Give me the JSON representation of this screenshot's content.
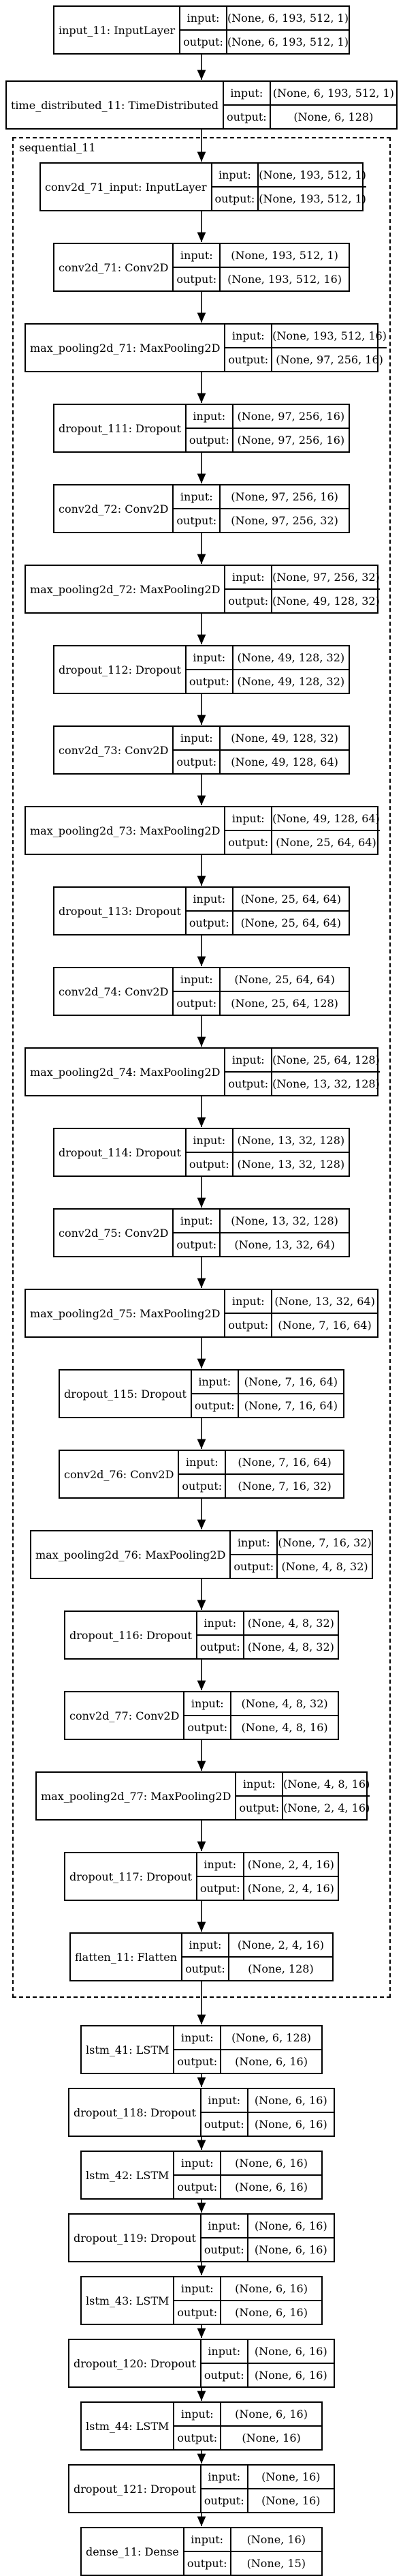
{
  "cluster": {
    "label": "sequential_11"
  },
  "io_labels": {
    "input": "input:",
    "output": "output:"
  },
  "nodes": [
    {
      "id": "input_11",
      "name": "input_11: InputLayer",
      "input": "(None, 6, 193, 512, 1)",
      "output": "(None, 6, 193, 512, 1)"
    },
    {
      "id": "time_distributed_11",
      "name": "time_distributed_11: TimeDistributed",
      "input": "(None, 6, 193, 512, 1)",
      "output": "(None, 6, 128)"
    },
    {
      "id": "conv2d_71_input",
      "name": "conv2d_71_input: InputLayer",
      "input": "(None, 193, 512, 1)",
      "output": "(None, 193, 512, 1)"
    },
    {
      "id": "conv2d_71",
      "name": "conv2d_71: Conv2D",
      "input": "(None, 193, 512, 1)",
      "output": "(None, 193, 512, 16)"
    },
    {
      "id": "max_pooling2d_71",
      "name": "max_pooling2d_71: MaxPooling2D",
      "input": "(None, 193, 512, 16)",
      "output": "(None, 97, 256, 16)"
    },
    {
      "id": "dropout_111",
      "name": "dropout_111: Dropout",
      "input": "(None, 97, 256, 16)",
      "output": "(None, 97, 256, 16)"
    },
    {
      "id": "conv2d_72",
      "name": "conv2d_72: Conv2D",
      "input": "(None, 97, 256, 16)",
      "output": "(None, 97, 256, 32)"
    },
    {
      "id": "max_pooling2d_72",
      "name": "max_pooling2d_72: MaxPooling2D",
      "input": "(None, 97, 256, 32)",
      "output": "(None, 49, 128, 32)"
    },
    {
      "id": "dropout_112",
      "name": "dropout_112: Dropout",
      "input": "(None, 49, 128, 32)",
      "output": "(None, 49, 128, 32)"
    },
    {
      "id": "conv2d_73",
      "name": "conv2d_73: Conv2D",
      "input": "(None, 49, 128, 32)",
      "output": "(None, 49, 128, 64)"
    },
    {
      "id": "max_pooling2d_73",
      "name": "max_pooling2d_73: MaxPooling2D",
      "input": "(None, 49, 128, 64)",
      "output": "(None, 25, 64, 64)"
    },
    {
      "id": "dropout_113",
      "name": "dropout_113: Dropout",
      "input": "(None, 25, 64, 64)",
      "output": "(None, 25, 64, 64)"
    },
    {
      "id": "conv2d_74",
      "name": "conv2d_74: Conv2D",
      "input": "(None, 25, 64, 64)",
      "output": "(None, 25, 64, 128)"
    },
    {
      "id": "max_pooling2d_74",
      "name": "max_pooling2d_74: MaxPooling2D",
      "input": "(None, 25, 64, 128)",
      "output": "(None, 13, 32, 128)"
    },
    {
      "id": "dropout_114",
      "name": "dropout_114: Dropout",
      "input": "(None, 13, 32, 128)",
      "output": "(None, 13, 32, 128)"
    },
    {
      "id": "conv2d_75",
      "name": "conv2d_75: Conv2D",
      "input": "(None, 13, 32, 128)",
      "output": "(None, 13, 32, 64)"
    },
    {
      "id": "max_pooling2d_75",
      "name": "max_pooling2d_75: MaxPooling2D",
      "input": "(None, 13, 32, 64)",
      "output": "(None, 7, 16, 64)"
    },
    {
      "id": "dropout_115",
      "name": "dropout_115: Dropout",
      "input": "(None, 7, 16, 64)",
      "output": "(None, 7, 16, 64)"
    },
    {
      "id": "conv2d_76",
      "name": "conv2d_76: Conv2D",
      "input": "(None, 7, 16, 64)",
      "output": "(None, 7, 16, 32)"
    },
    {
      "id": "max_pooling2d_76",
      "name": "max_pooling2d_76: MaxPooling2D",
      "input": "(None, 7, 16, 32)",
      "output": "(None, 4, 8, 32)"
    },
    {
      "id": "dropout_116",
      "name": "dropout_116: Dropout",
      "input": "(None, 4, 8, 32)",
      "output": "(None, 4, 8, 32)"
    },
    {
      "id": "conv2d_77",
      "name": "conv2d_77: Conv2D",
      "input": "(None, 4, 8, 32)",
      "output": "(None, 4, 8, 16)"
    },
    {
      "id": "max_pooling2d_77",
      "name": "max_pooling2d_77: MaxPooling2D",
      "input": "(None, 4, 8, 16)",
      "output": "(None, 2, 4, 16)"
    },
    {
      "id": "dropout_117",
      "name": "dropout_117: Dropout",
      "input": "(None, 2, 4, 16)",
      "output": "(None, 2, 4, 16)"
    },
    {
      "id": "flatten_11",
      "name": "flatten_11: Flatten",
      "input": "(None, 2, 4, 16)",
      "output": "(None, 128)"
    },
    {
      "id": "lstm_41",
      "name": "lstm_41: LSTM",
      "input": "(None, 6, 128)",
      "output": "(None, 6, 16)"
    },
    {
      "id": "dropout_118",
      "name": "dropout_118: Dropout",
      "input": "(None, 6, 16)",
      "output": "(None, 6, 16)"
    },
    {
      "id": "lstm_42",
      "name": "lstm_42: LSTM",
      "input": "(None, 6, 16)",
      "output": "(None, 6, 16)"
    },
    {
      "id": "dropout_119",
      "name": "dropout_119: Dropout",
      "input": "(None, 6, 16)",
      "output": "(None, 6, 16)"
    },
    {
      "id": "lstm_43",
      "name": "lstm_43: LSTM",
      "input": "(None, 6, 16)",
      "output": "(None, 6, 16)"
    },
    {
      "id": "dropout_120",
      "name": "dropout_120: Dropout",
      "input": "(None, 6, 16)",
      "output": "(None, 6, 16)"
    },
    {
      "id": "lstm_44",
      "name": "lstm_44: LSTM",
      "input": "(None, 6, 16)",
      "output": "(None, 16)"
    },
    {
      "id": "dropout_121",
      "name": "dropout_121: Dropout",
      "input": "(None, 16)",
      "output": "(None, 16)"
    },
    {
      "id": "dense_11",
      "name": "dense_11: Dense",
      "input": "(None, 16)",
      "output": "(None, 15)"
    }
  ]
}
